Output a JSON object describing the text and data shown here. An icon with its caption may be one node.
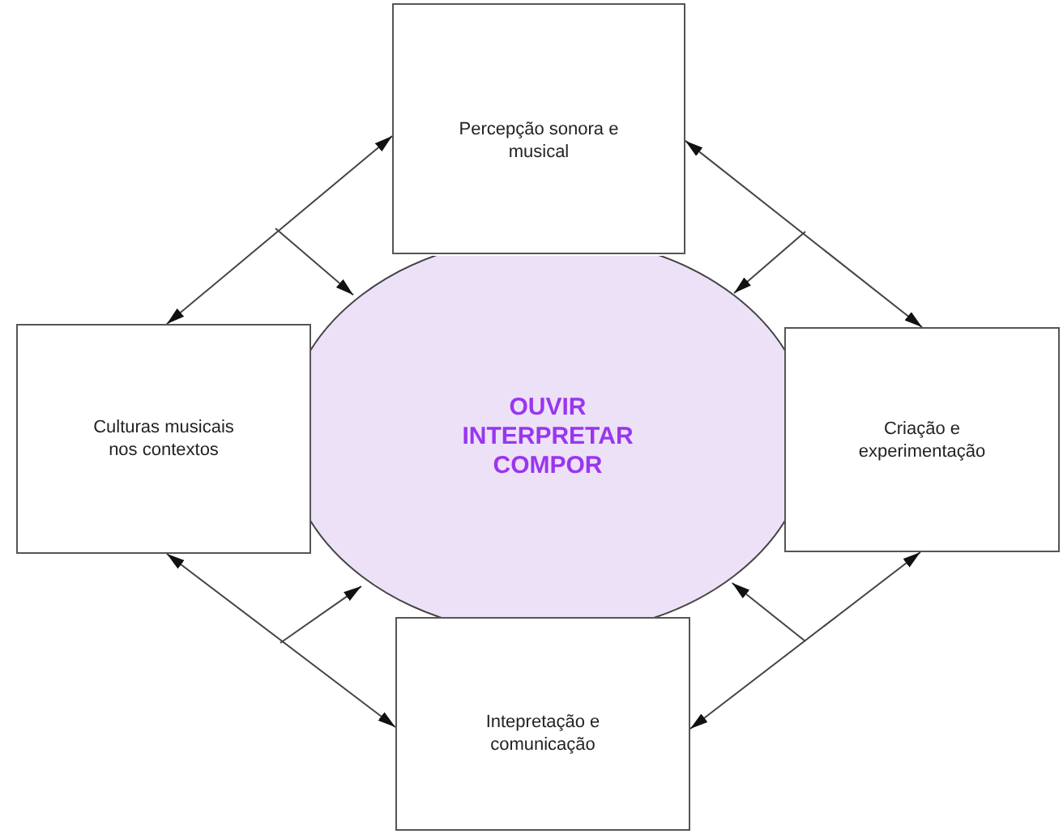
{
  "diagram": {
    "nodes": [
      {
        "text": [
          "Percepção sonora e musical"
        ]
      },
      {
        "text": [
          "Culturas musicais nos contextos"
        ]
      },
      {
        "text": [
          "OUVIR INTERPRETAR COMPOR"
        ]
      },
      {
        "text": [
          "Criação e experimentação"
        ]
      },
      {
        "text": [
          "Intepretação e comunicação"
        ]
      }
    ],
    "edges": [
      {
        "from": 0,
        "to": 1,
        "arrow": "both"
      },
      {
        "from": null,
        "to": 2,
        "arrow": "to"
      },
      {
        "from": 0,
        "to": 3,
        "arrow": "both"
      },
      {
        "from": null,
        "to": 2,
        "arrow": "to"
      },
      {
        "from": 1,
        "to": 4,
        "arrow": "both"
      },
      {
        "from": null,
        "to": 2,
        "arrow": "to"
      },
      {
        "from": 3,
        "to": 4,
        "arrow": "both"
      },
      {
        "from": null,
        "to": 2,
        "arrow": "to"
      }
    ]
  }
}
